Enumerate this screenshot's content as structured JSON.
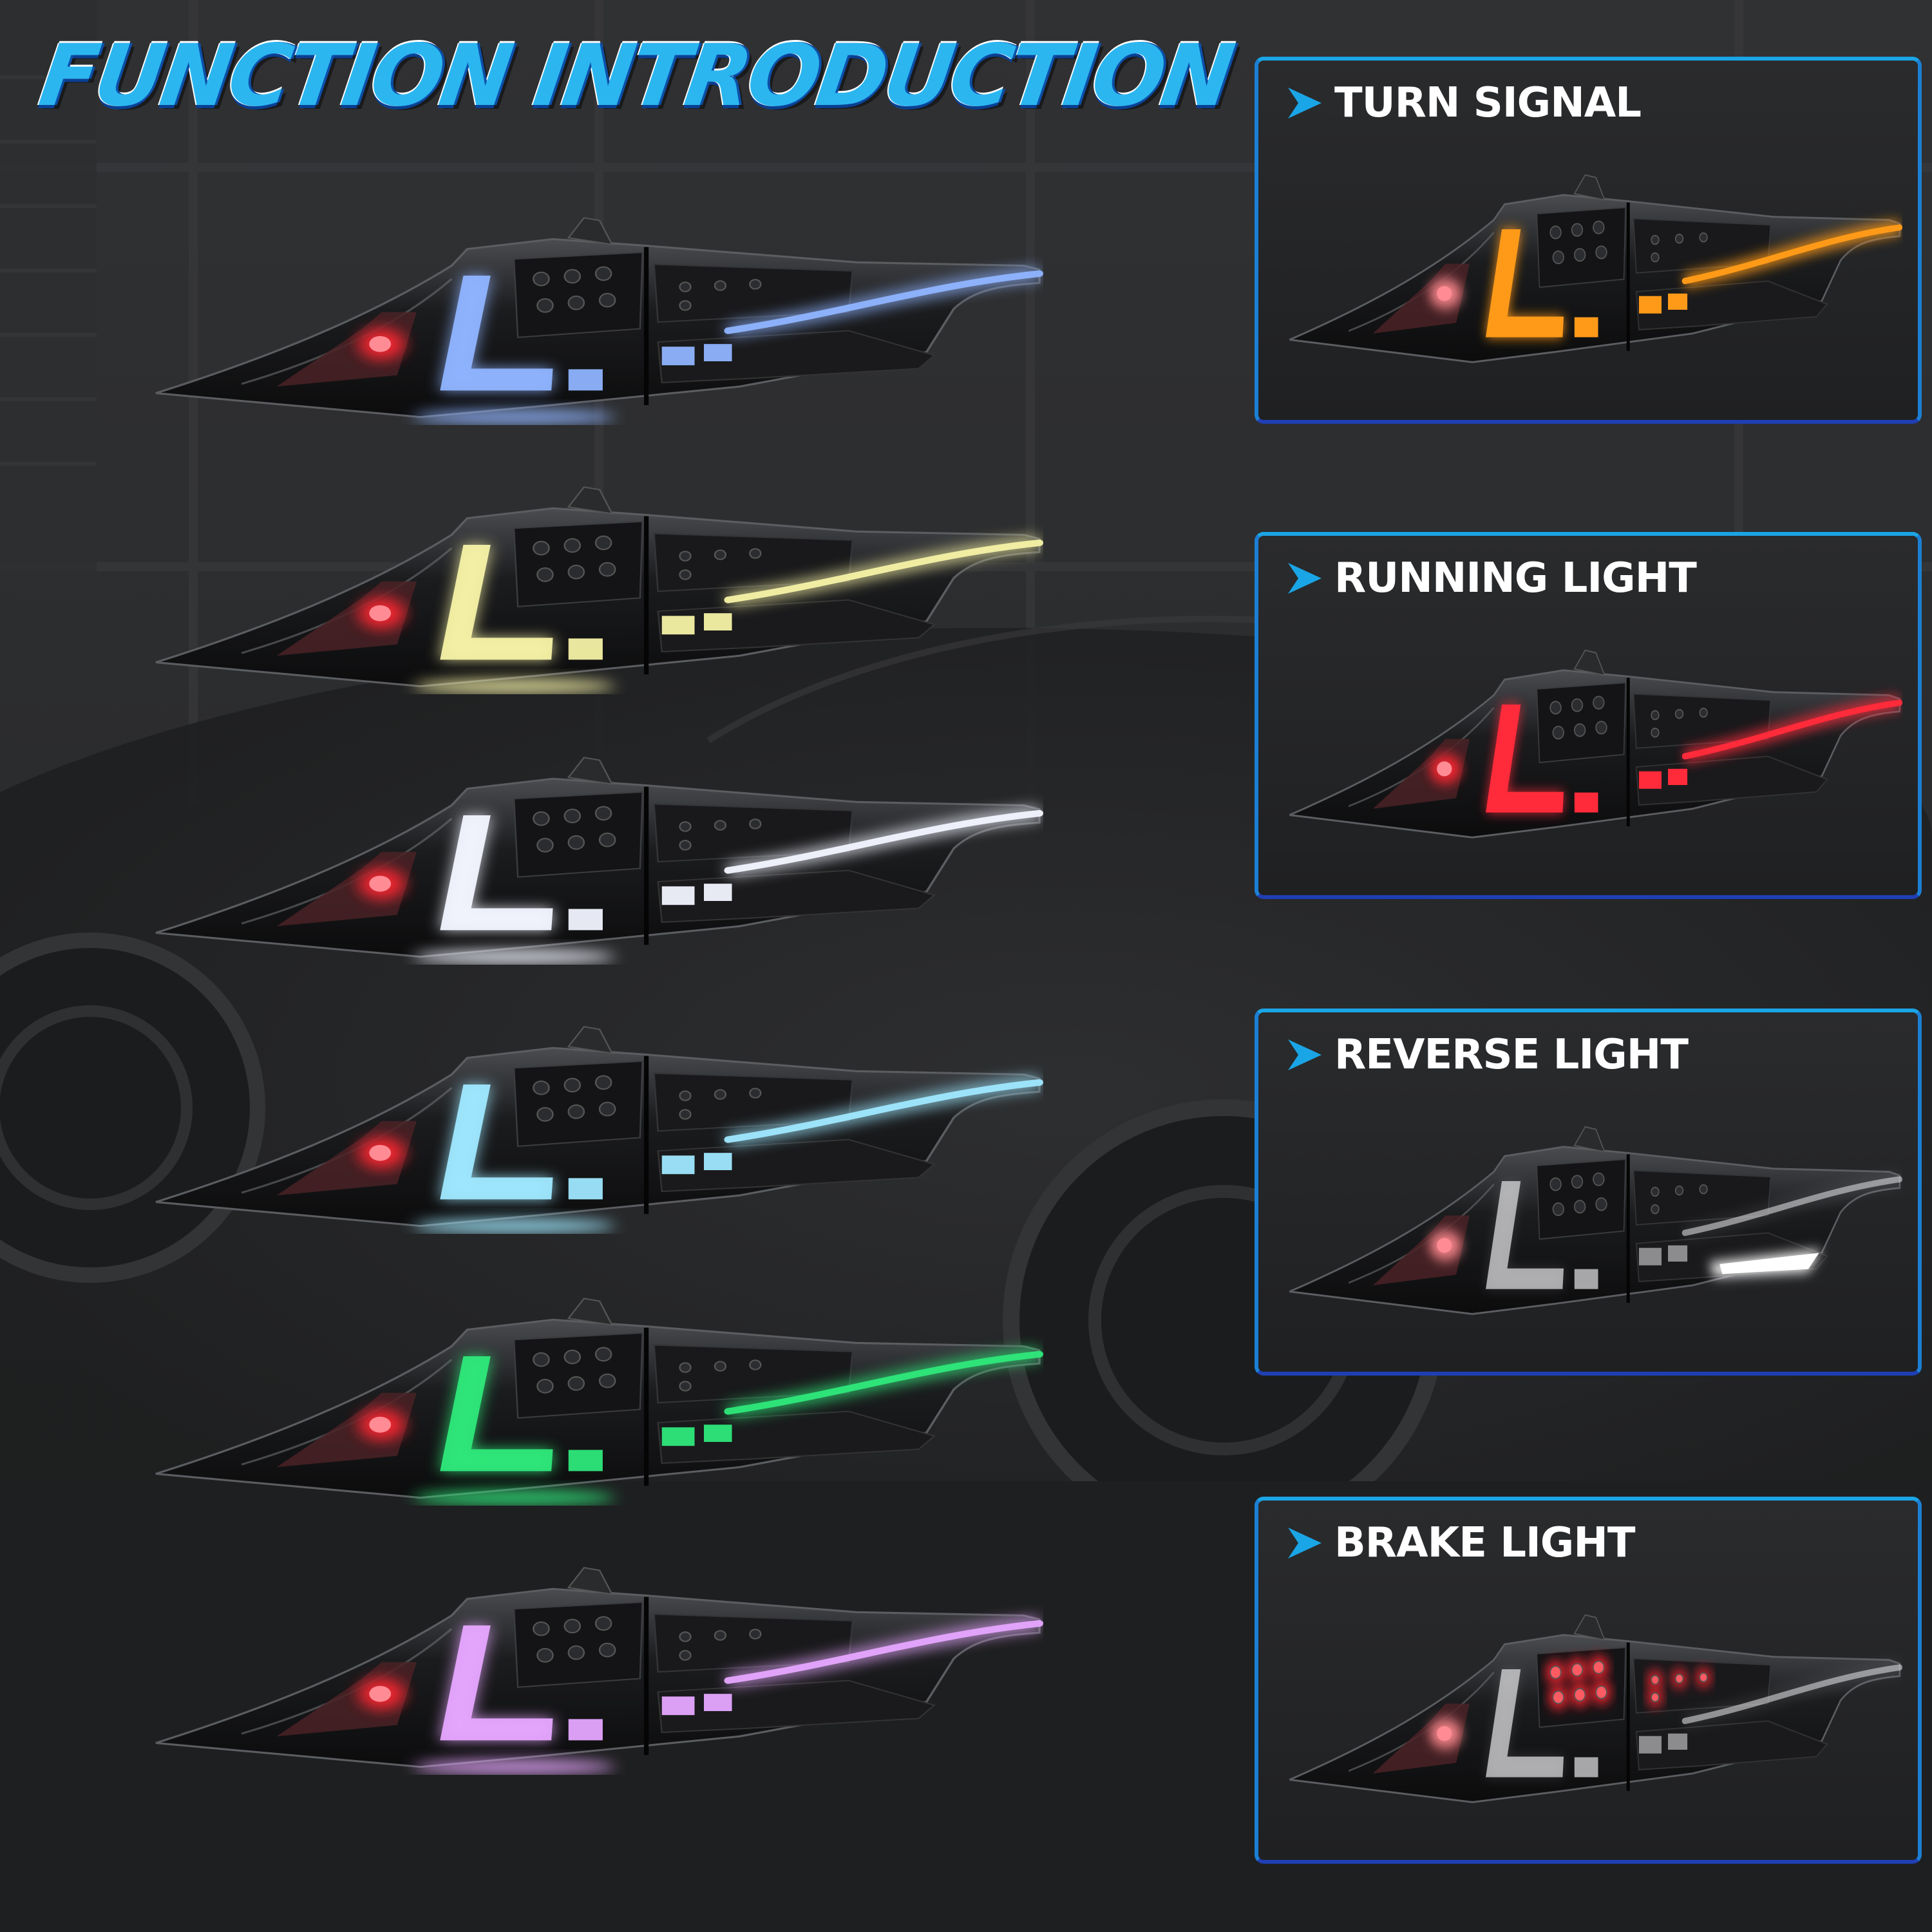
{
  "title": "FUNCTION INTRODUCTION",
  "colors": {
    "title_accent": "#2cb6f0",
    "panel_border": "#1aa5e6",
    "panel_border_bottom": "#1f3fb4",
    "brake_red": "#ff2530"
  },
  "color_variants": [
    {
      "color": "#8fb4ff"
    },
    {
      "color": "#f6f2a6"
    },
    {
      "color": "#f2f4ff"
    },
    {
      "color": "#9fe8ff"
    },
    {
      "color": "#2ee87a"
    },
    {
      "color": "#e6a6ff"
    }
  ],
  "functions": [
    {
      "label": "TURN SIGNAL",
      "icon": "chevron-right-icon",
      "glow": "#ff9a18",
      "state": "turn"
    },
    {
      "label": "RUNNING LIGHT",
      "icon": "chevron-right-icon",
      "glow": "#ff2a3a",
      "state": "running"
    },
    {
      "label": "REVERSE LIGHT",
      "icon": "chevron-right-icon",
      "glow": "#ffffff",
      "state": "reverse"
    },
    {
      "label": "BRAKE LIGHT",
      "icon": "chevron-right-icon",
      "glow": "#ff2530",
      "state": "brake"
    }
  ]
}
